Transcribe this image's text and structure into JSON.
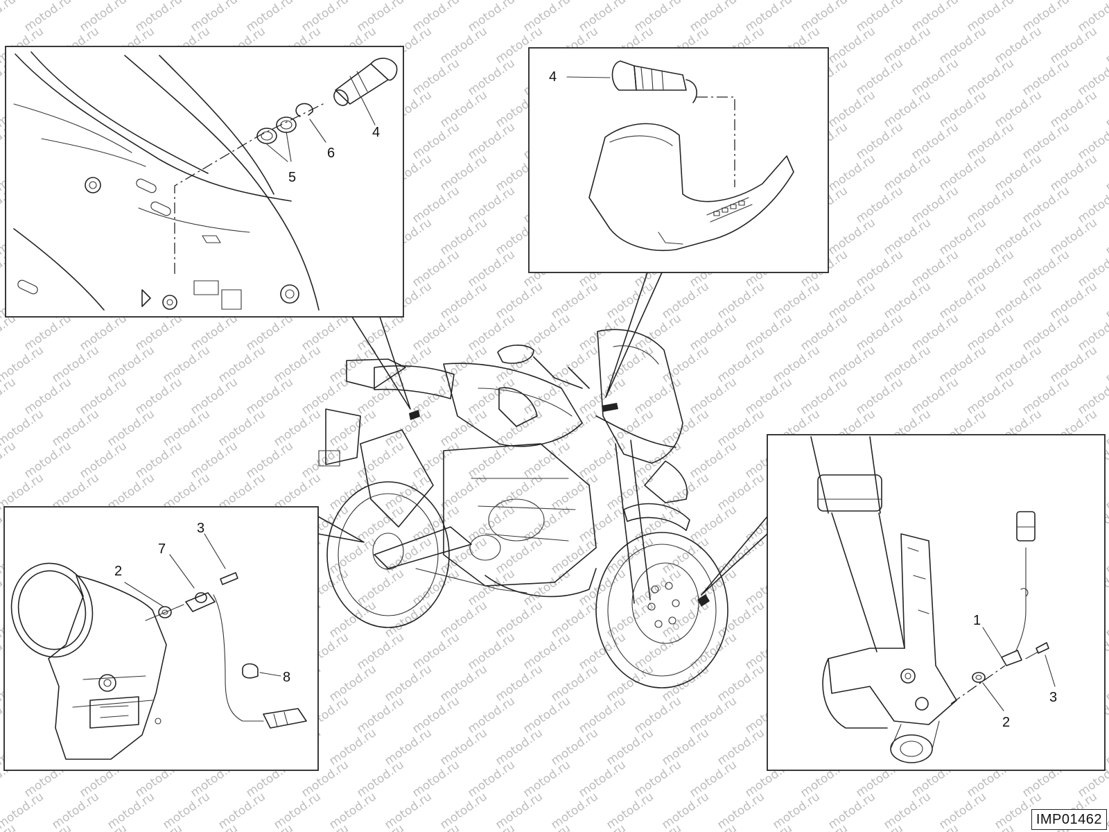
{
  "callouts": {
    "inset_top_left": [
      {
        "label": "4"
      },
      {
        "label": "5"
      },
      {
        "label": "6"
      }
    ],
    "inset_top_right": [
      {
        "label": "4"
      }
    ],
    "inset_bottom_left": [
      {
        "label": "2"
      },
      {
        "label": "7"
      },
      {
        "label": "3"
      },
      {
        "label": "8"
      }
    ],
    "inset_bottom_right": [
      {
        "label": "1"
      },
      {
        "label": "2"
      },
      {
        "label": "3"
      }
    ]
  },
  "drawing_code": "IMP01462",
  "watermark": "motod.ru"
}
